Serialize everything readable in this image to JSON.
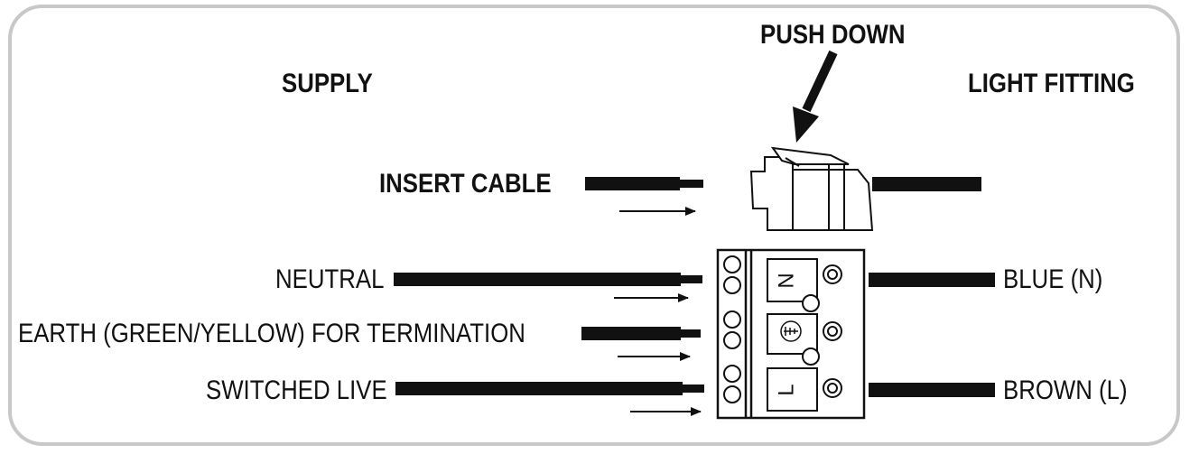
{
  "labels": {
    "push_down": "PUSH DOWN",
    "supply": "SUPPLY",
    "light_fitting": "LIGHT FITTING",
    "insert_cable": "INSERT CABLE",
    "neutral": "NEUTRAL",
    "earth": "EARTH (GREEN/YELLOW) FOR TERMINATION",
    "switched_live": "SWITCHED LIVE",
    "blue": "BLUE (N)",
    "brown": "BROWN (L)"
  },
  "terminals": {
    "neutral_symbol": "N",
    "live_symbol": "L"
  }
}
